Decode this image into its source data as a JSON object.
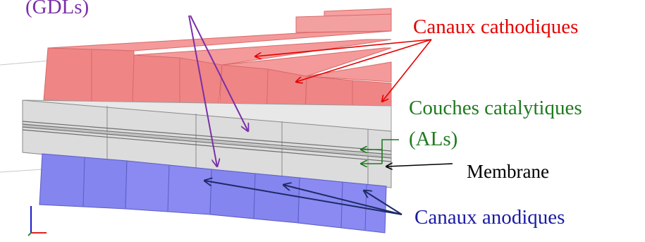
{
  "labels": {
    "gdl": "(GDLs)",
    "cathode_channels": "Canaux cathodiques",
    "catalyst_layers": "Couches catalytiques",
    "catalyst_layers_abbr": "(ALs)",
    "membrane": "Membrane",
    "anode_channels": "Canaux anodiques"
  },
  "colors": {
    "cathode": "#f28a8a",
    "cathode_label": "#e60000",
    "gdl_block": "#dcdcdc",
    "anode": "#8a8af2",
    "anode_label": "#1a1aa6",
    "catalyst_label": "#1f7a1f",
    "gdl_label": "#7b2fa8",
    "membrane_label": "#000000"
  }
}
